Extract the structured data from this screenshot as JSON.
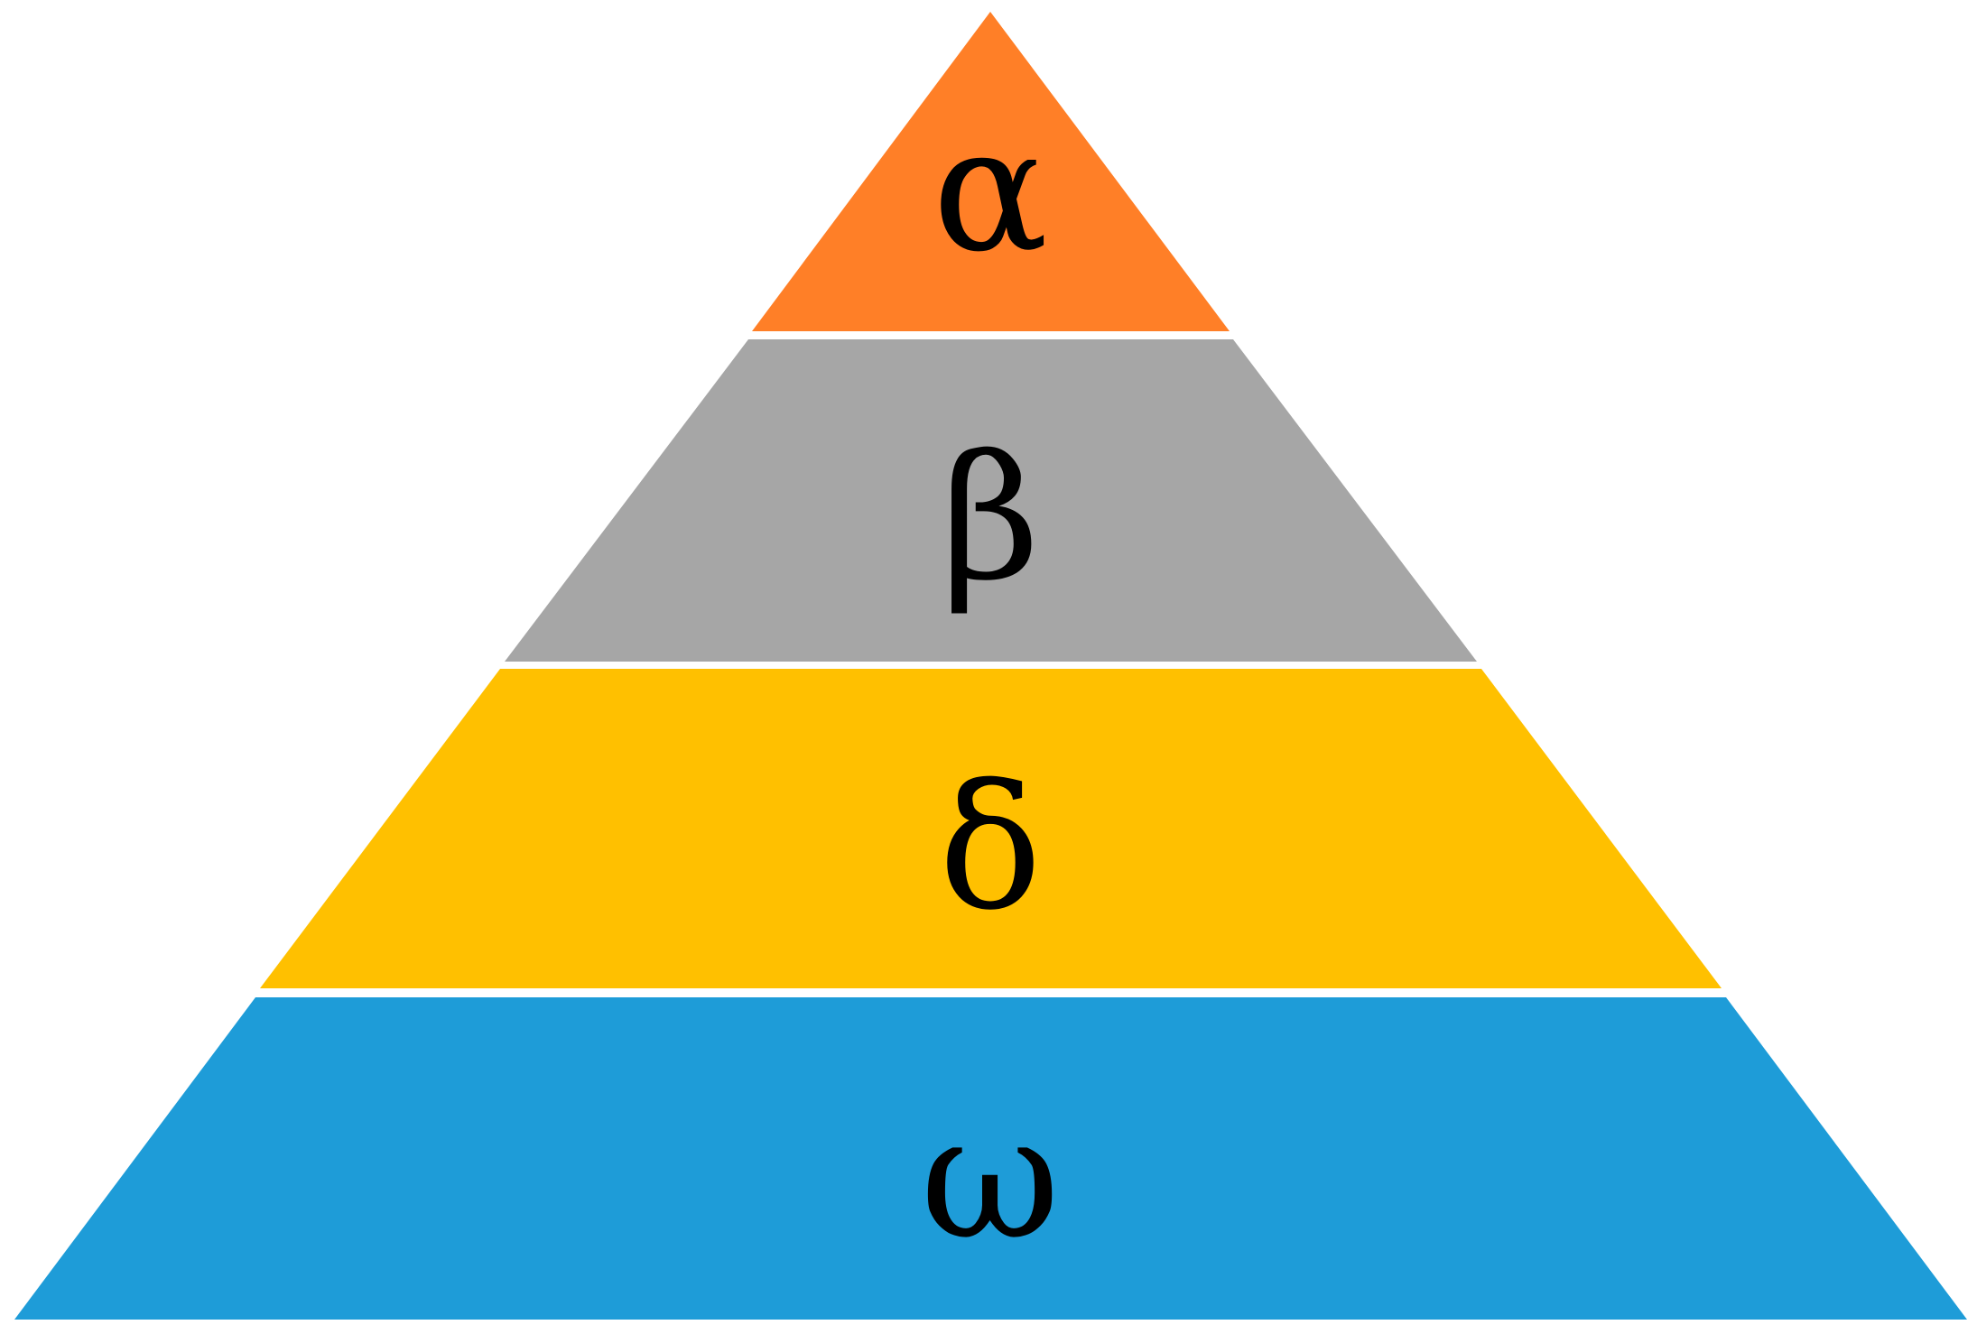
{
  "diagram": {
    "type": "pyramid",
    "tiers": [
      {
        "label": "α",
        "color": "#FF7F27"
      },
      {
        "label": "β",
        "color": "#A6A6A6"
      },
      {
        "label": "δ",
        "color": "#FFC000"
      },
      {
        "label": "ω",
        "color": "#1E9CD8"
      }
    ]
  }
}
